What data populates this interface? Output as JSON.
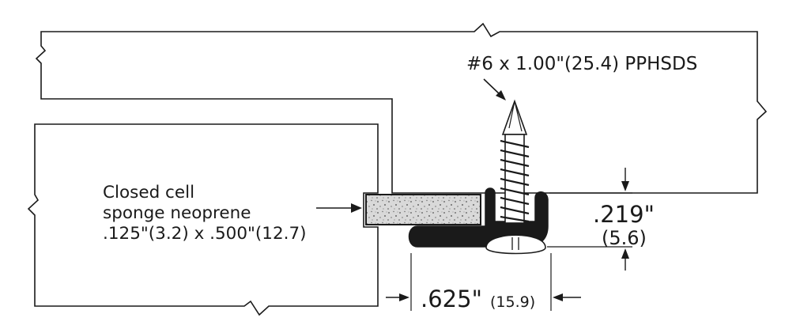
{
  "labels": {
    "screw": "#6 x 1.00\"(25.4) PPHSDS",
    "gasket_line1": "Closed cell",
    "gasket_line2": "sponge neoprene",
    "gasket_line3": ".125\"(3.2) x .500\"(12.7)"
  },
  "dimensions": {
    "vertical_in": ".219\"",
    "vertical_mm": "(5.6)",
    "horizontal_in": ".625\"",
    "horizontal_mm": "(15.9)"
  },
  "colors": {
    "line": "#1a1a1a",
    "sponge_fill": "#d9d9d9",
    "extrusion_fill": "#1a1a1a",
    "background": "#ffffff"
  }
}
